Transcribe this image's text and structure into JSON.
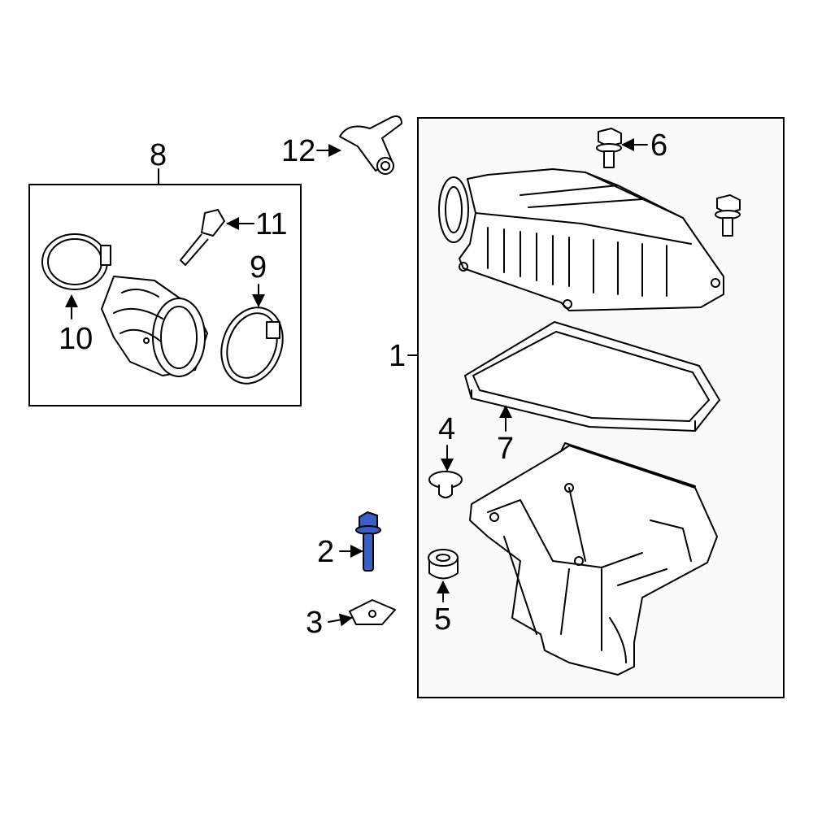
{
  "colors": {
    "highlight_part": "#3a5fc4",
    "line": "#000000",
    "background": "#ffffff"
  },
  "callouts": {
    "c1": "1",
    "c2": "2",
    "c3": "3",
    "c4": "4",
    "c5": "5",
    "c6": "6",
    "c7": "7",
    "c8": "8",
    "c9": "9",
    "c10": "10",
    "c11": "11",
    "c12": "12"
  }
}
